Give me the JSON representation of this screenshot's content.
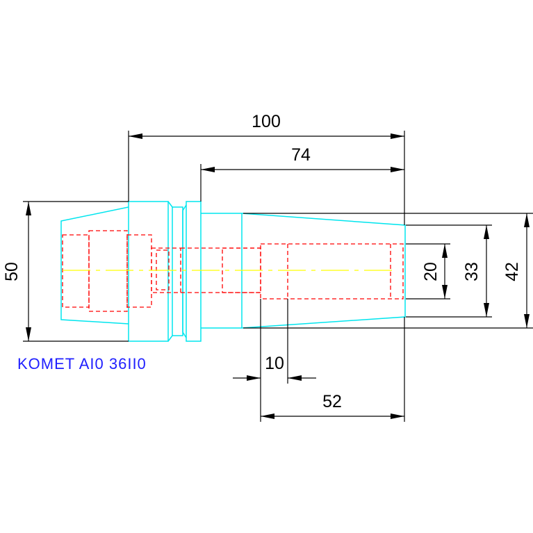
{
  "part_label": "KOMET AI0 36II0",
  "dimensions": {
    "overall_length": "100",
    "shank_length": "74",
    "bore_depth": "52",
    "step_length": "10",
    "left_diameter": "50",
    "bore_diameter": "20",
    "inner_diameter": "33",
    "outer_diameter": "42"
  },
  "colors": {
    "outline": "#00e5ee",
    "hidden_lines": "#ff0000",
    "centerline": "#ffff00",
    "dimension": "#000000",
    "label": "#2020ff"
  }
}
